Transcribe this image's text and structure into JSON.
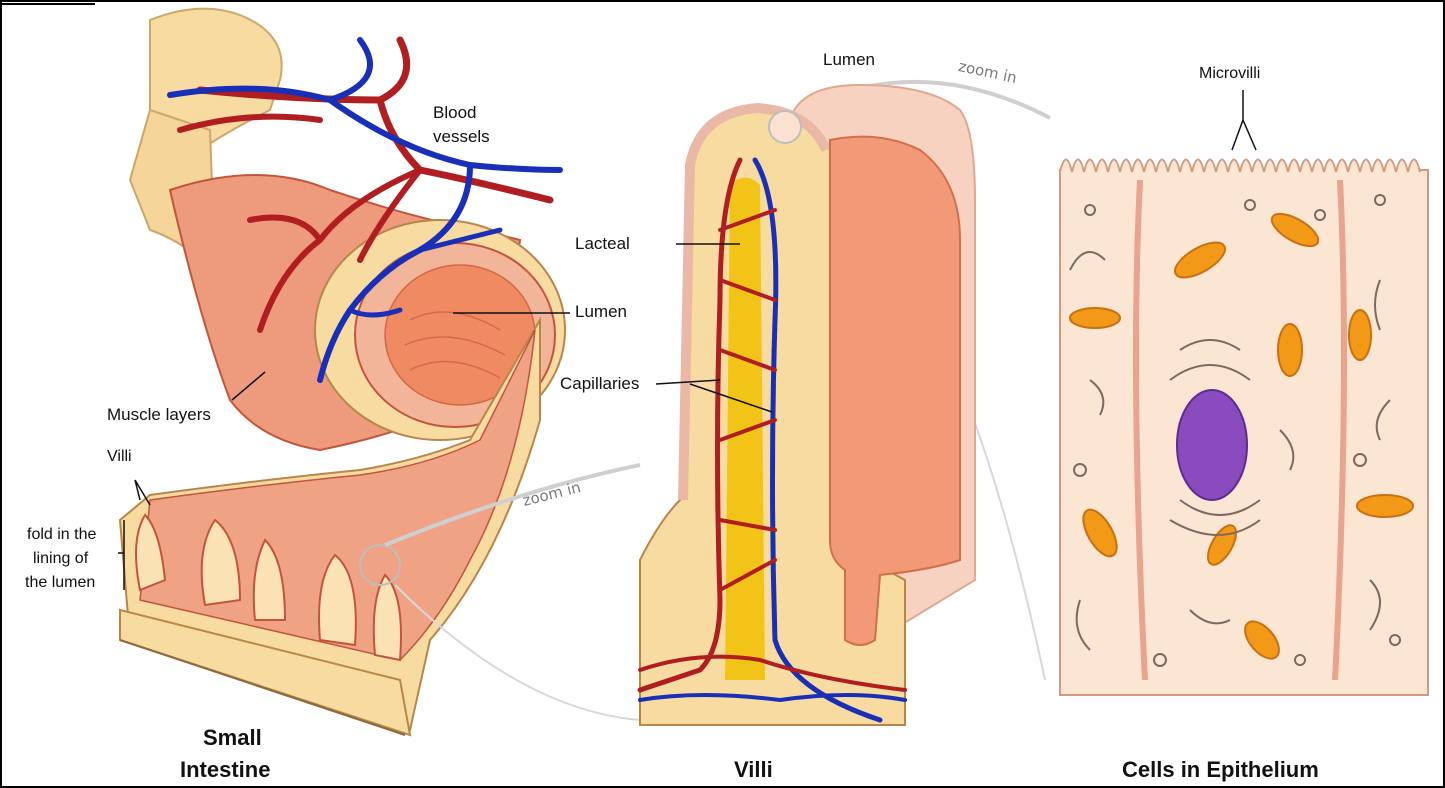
{
  "panels": {
    "intestine": {
      "title_line1": "Small",
      "title_line2": "Intestine"
    },
    "villi": {
      "title": "Villi"
    },
    "cells": {
      "title": "Cells in Epithelium"
    }
  },
  "labels": {
    "blood_vessels_1": "Blood",
    "blood_vessels_2": "vessels",
    "lumen_small": "Lumen",
    "muscle_layers": "Muscle layers",
    "villi": "Villi",
    "fold_1": "fold in the",
    "fold_2": "lining of",
    "fold_3": "the lumen",
    "zoom_left": "zoom in",
    "zoom_right": "zoom in",
    "lumen_top": "Lumen",
    "lacteal": "Lacteal",
    "capillaries": "Capillaries",
    "microvilli": "Microvilli"
  },
  "colors": {
    "artery": "#b01e22",
    "vein": "#1a2fb8",
    "tissue_tan": "#f7dba0",
    "tissue_pink": "#f2a98c",
    "lumen_orange": "#f08a63",
    "lacteal_yellow": "#f2c418",
    "nucleus": "#8a4bbf",
    "mitochondria": "#f29a18",
    "cell_fill": "#fbe6d3"
  }
}
